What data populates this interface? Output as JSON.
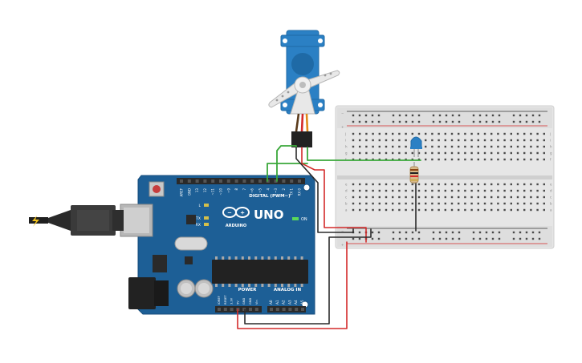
{
  "board": {
    "model": "UNO",
    "brand": "ARDUINO",
    "digital_label": "DIGITAL (PWM~)",
    "power_label": "POWER",
    "analog_label": "ANALOG IN",
    "on_label": "ON",
    "led_l": "L",
    "led_tx": "TX",
    "led_rx": "RX",
    "header_top_pins": [
      "AREF",
      "GND",
      "13",
      "12",
      "~11",
      "~10",
      "~9",
      "8",
      "7",
      "~6",
      "~5",
      "4",
      "~3",
      "2",
      "TX 1",
      "RX 0"
    ],
    "power_pins": [
      "IOREF",
      "RESET",
      "3.3V",
      "5V",
      "GND",
      "GND",
      "Vin"
    ],
    "analog_pins": [
      "A0",
      "A1",
      "A2",
      "A3",
      "A4",
      "A5"
    ]
  },
  "breadboard": {
    "columns": 30,
    "row_letters_top": [
      "j",
      "i",
      "h",
      "g",
      "f"
    ],
    "row_letters_bottom": [
      "e",
      "d",
      "c",
      "b",
      "a"
    ]
  },
  "colors": {
    "board": "#1d5f96",
    "board_dark": "#174e7c",
    "wire_red": "#d42a2a",
    "wire_black": "#2b2b2b",
    "wire_green": "#3aa83a",
    "servo": "#2b80c4",
    "breadboard": "#e6e6e6"
  },
  "icons": {
    "usb": "usb-cable-icon",
    "servo": "servo-motor-icon",
    "resistor": "resistor-icon",
    "led": "led-icon"
  }
}
